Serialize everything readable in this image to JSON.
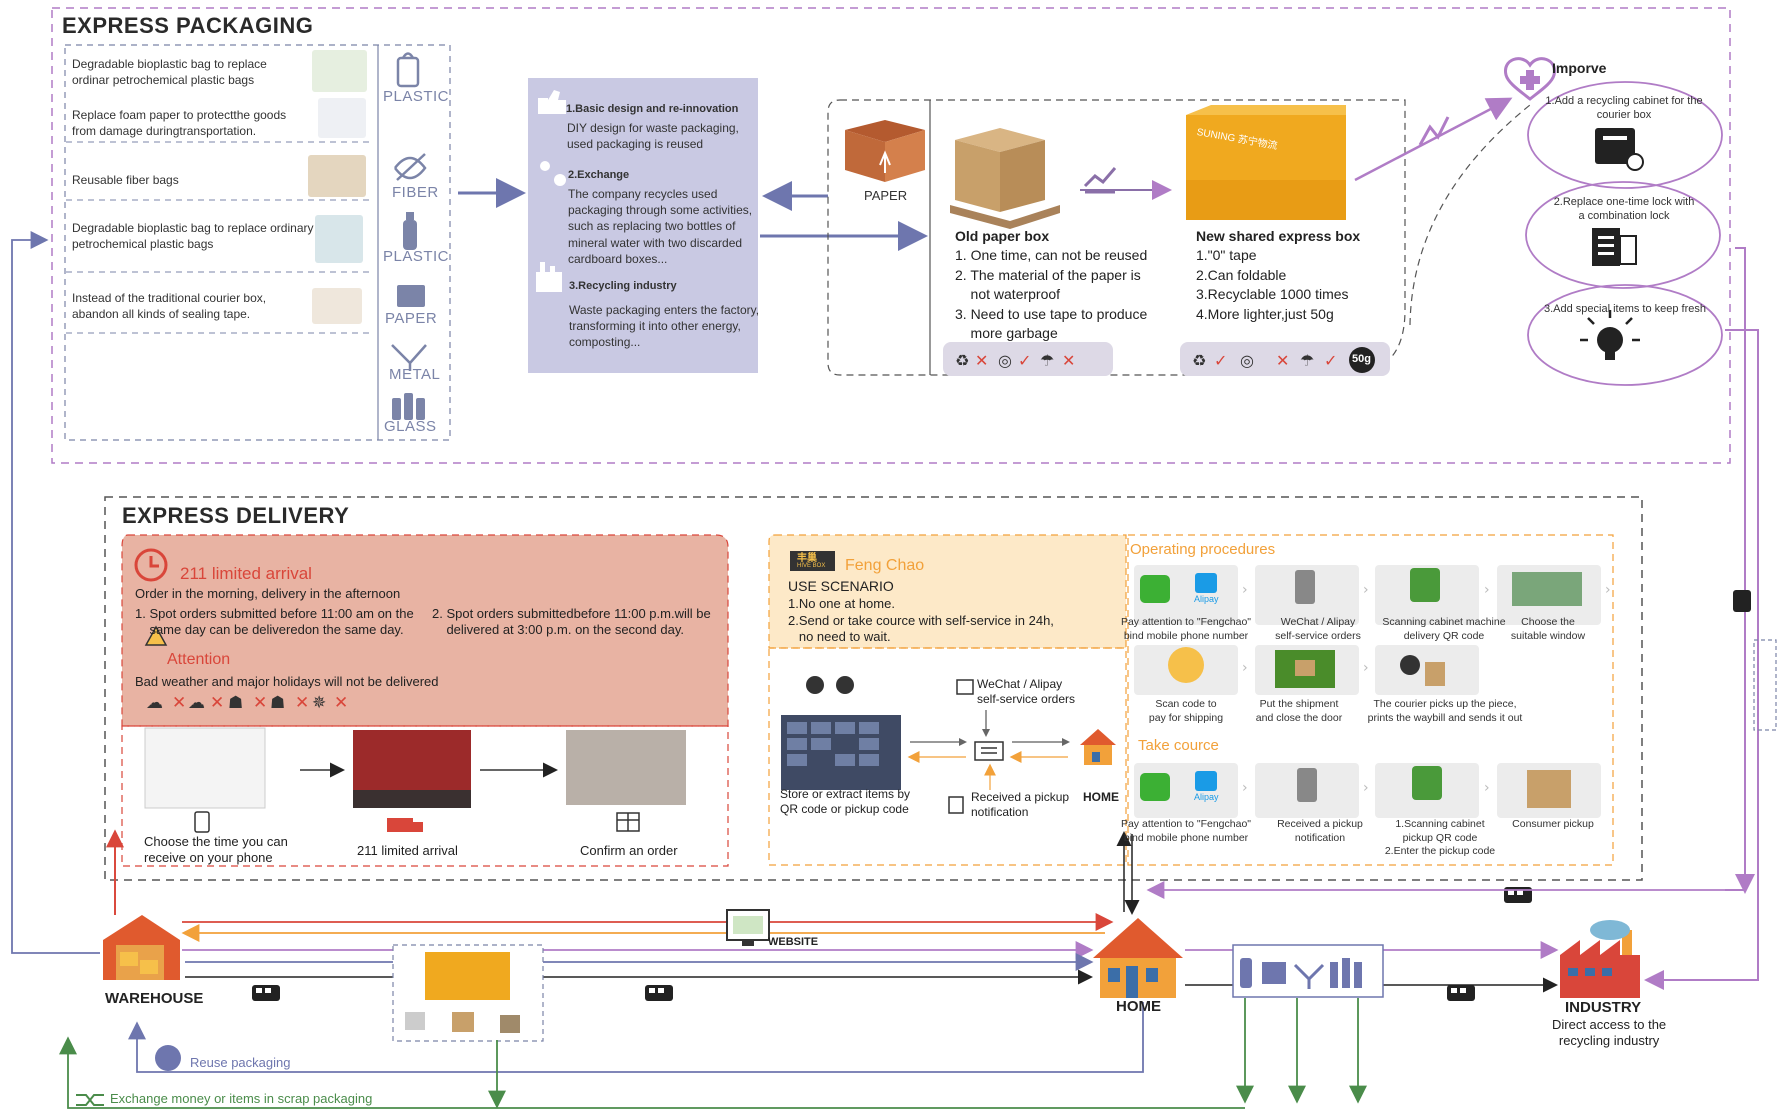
{
  "packaging": {
    "title": "EXPRESS PACKAGING",
    "items": [
      {
        "text": "Degradable bioplastic bag to replace\nordinar petrochemical plastic bags"
      },
      {
        "text": "Replace foam paper to protectthe goods\nfrom damage duringtransportation."
      },
      {
        "text": "Reusable fiber bags"
      },
      {
        "text": "Degradable bioplastic bag to replace ordinary\npetrochemical plastic bags"
      },
      {
        "text": "Instead of the traditional courier box,\nabandon all kinds of sealing tape."
      }
    ],
    "materials": [
      "PLASTIC",
      "FIBER",
      "PLASTIC",
      "PAPER",
      "METAL",
      "GLASS"
    ],
    "strategies": [
      {
        "heading": "1.Basic design and re-innovation",
        "body": "DIY design for waste packaging,\nused packaging is reused"
      },
      {
        "heading": "2.Exchange",
        "body": "The company recycles used\npackaging through some activities,\nsuch as replacing two bottles of\nmineral water with two discarded\ncardboard boxes..."
      },
      {
        "heading": "3.Recycling industry",
        "body": "Waste packaging enters the factory,\ntransforming it into other energy,\ncomposting..."
      }
    ],
    "paper_label": "PAPER",
    "old_box": {
      "title": "Old paper box",
      "points": [
        "1. One time, can not be reused",
        "2. The material of the paper is\n    not waterproof",
        "3. Need to use tape to produce\n    more garbage"
      ]
    },
    "new_box": {
      "title": "New shared express box",
      "points": [
        "1.\"0\" tape",
        "2.Can foldable",
        "3.Recyclable 1000 times",
        "4.More lighter,just 50g"
      ],
      "weight_badge": "50g",
      "box_text": "SUNING 苏宁物流"
    },
    "improve": {
      "title": "Imporve",
      "items": [
        "1.Add a recycling cabinet for the\ncourier box",
        "2.Replace one-time lock with\na combination lock",
        "3.Add special items to keep fresh"
      ]
    }
  },
  "delivery": {
    "title": "EXPRESS DELIVERY",
    "limited": {
      "title": "211 limited arrival",
      "subtitle": "Order in the morning, delivery in the afternoon",
      "point1": "1. Spot orders submitted before 11:00 am on the\n    same day can be deliveredon the same day.",
      "point2": "2. Spot orders submittedbefore 11:00 p.m.will be\n    delivered at 3:00 p.m. on the second day.",
      "attention_title": "Attention",
      "attention_text": "Bad weather and major holidays will not be delivered"
    },
    "flow": [
      "Choose the time you can\nreceive on your phone",
      "211 limited arrival",
      "Confirm an order"
    ],
    "fengchao": {
      "brand": "丰巢",
      "brand_sub": "HIVE BOX",
      "name": "Feng Chao",
      "scenario_title": "USE SCENARIO",
      "scenario_1": "1.No one at home.",
      "scenario_2": "2.Send or take cource with self-service in 24h,\n   no need to wait.",
      "store": "Store or extract items by\nQR code or pickup code",
      "wechat": "WeChat / Alipay\nself-service orders",
      "received": "Received a pickup\nnotification",
      "home": "HOME"
    },
    "operating": {
      "title": "Operating procedures",
      "row1": [
        "Pay attention to \"Fengchao\"\nbind mobile phone number",
        "WeChat / Alipay\nself-service orders",
        "Scanning cabinet machine\ndelivery QR code",
        "Choose the\nsuitable window"
      ],
      "row2": [
        "Scan code to\npay for shipping",
        "Put the shipment\nand close the door",
        "The courier picks up the piece,\nprints the waybill and sends it out"
      ]
    },
    "take": {
      "title": "Take cource",
      "row": [
        "Pay attention to \"Fengchao\"\nbind mobile phone number",
        "Received a pickup\nnotification",
        "1.Scanning cabinet\npickup QR code\n2.Enter the pickup code",
        "Consumer pickup"
      ]
    },
    "alipay_label": "Alipay"
  },
  "bottom": {
    "warehouse": "WAREHOUSE",
    "website": "WEBSITE",
    "home": "HOME",
    "industry": "INDUSTRY",
    "industry_desc": "Direct access to the\nrecycling industry",
    "reuse": "Reuse packaging",
    "exchange": "Exchange money or items in scrap packaging"
  },
  "colors": {
    "purple": "#b07cc6",
    "navy": "#6e76ae",
    "red": "#d9463a",
    "orange": "#f2a13a",
    "green": "#4a8c4a",
    "salmon": "#e8b3a3",
    "lavender": "#c9c9e3",
    "peach": "#fde9c8"
  }
}
